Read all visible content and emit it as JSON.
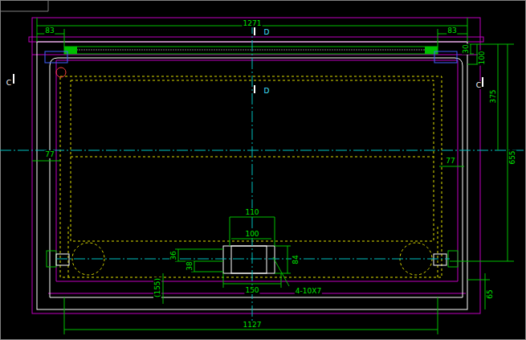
{
  "diagram": {
    "labels": [
      "83",
      "1271",
      "D",
      "83",
      "30",
      "100",
      "C",
      "C",
      "D",
      "375",
      "77",
      "77",
      "655",
      "110",
      "100",
      "36",
      "38",
      "84",
      "150",
      "4-10X7",
      "(155)",
      "65",
      "1127"
    ]
  }
}
